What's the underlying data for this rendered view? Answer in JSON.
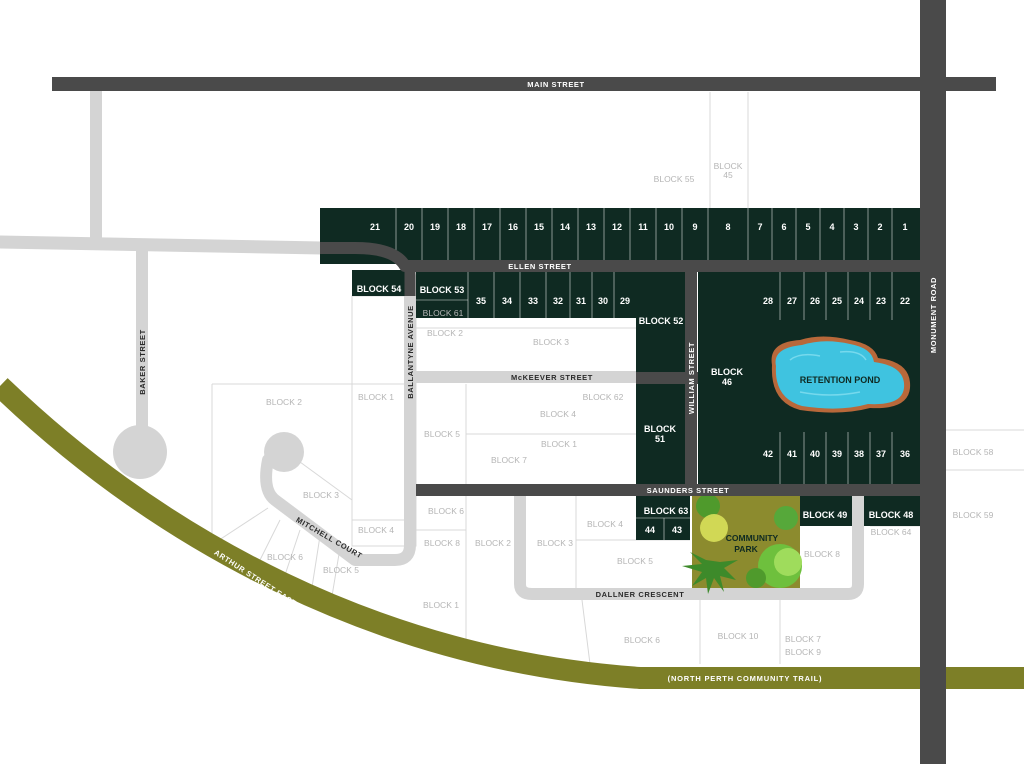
{
  "roads": {
    "main_street": "MAIN STREET",
    "ellen_street": "ELLEN STREET",
    "mckeever_street": "McKEEVER STREET",
    "saunders_street": "SAUNDERS STREET",
    "dallner_crescent": "DALLNER CRESCENT",
    "william_street": "WILLIAM STREET",
    "ballantyne_avenue": "BALLANTYNE AVENUE",
    "baker_street": "BAKER STREET",
    "monument_road": "MONUMENT ROAD",
    "mitchell_court": "MITCHELL COURT",
    "arthur_street_east": "ARTHUR STREET EAST"
  },
  "trail": {
    "label": "(NORTH PERTH COMMUNITY TRAIL)",
    "color": "#7d7f27"
  },
  "features": {
    "retention_pond": "RETENTION POND",
    "community_park": [
      "COMMUNITY",
      "PARK"
    ]
  },
  "colors": {
    "lot_fill": "#0f2a22",
    "road": "#4a4a4a",
    "minor_road": "#d4d4d4",
    "water": "#3fc3e0",
    "park": "#8c8b2e"
  },
  "lots": {
    "top_row": [
      "21",
      "20",
      "19",
      "18",
      "17",
      "16",
      "15",
      "14",
      "13",
      "12",
      "11",
      "10",
      "9",
      "8",
      "7",
      "6",
      "5",
      "4",
      "3",
      "2",
      "1"
    ],
    "row_block53": [
      "35",
      "34",
      "33",
      "32",
      "31",
      "30",
      "29"
    ],
    "row_east_top": [
      "28",
      "27",
      "26",
      "25",
      "24",
      "23",
      "22"
    ],
    "row_east_bottom": [
      "42",
      "41",
      "40",
      "39",
      "38",
      "37",
      "36"
    ],
    "south_pair": [
      "44",
      "43"
    ]
  },
  "dark_blocks": {
    "block54": "BLOCK 54",
    "block53": "BLOCK 53",
    "block52": "BLOCK 52",
    "block46": [
      "BLOCK",
      "46"
    ],
    "block51": [
      "BLOCK",
      "51"
    ],
    "block63": "BLOCK 63",
    "block49": "BLOCK 49",
    "block48": "BLOCK 48"
  },
  "grey_blocks": {
    "block55": "BLOCK 55",
    "block45": [
      "BLOCK",
      "45"
    ],
    "block61": "BLOCK 61",
    "block2_north": "BLOCK 2",
    "block3_north": "BLOCK 3",
    "block2_west": "BLOCK 2",
    "block1_west": "BLOCK 1",
    "block62": "BLOCK 62",
    "block4_mid": "BLOCK 4",
    "block1_mid": "BLOCK 1",
    "block5_mid": "BLOCK 5",
    "block7_mid": "BLOCK 7",
    "block3_court": "BLOCK 3",
    "block4_court": "BLOCK 4",
    "block6_court_east": "BLOCK 6",
    "block8_court_east": "BLOCK 8",
    "block6_court": "BLOCK 6",
    "block5_court": "BLOCK 5",
    "block1_south": "BLOCK 1",
    "block2_south": "BLOCK 2",
    "block3_south": "BLOCK 3",
    "block4_south": "BLOCK 4",
    "block5_south": "BLOCK 5",
    "block8_east": "BLOCK 8",
    "block64": "BLOCK 64",
    "block6_trail": "BLOCK 6",
    "block10": "BLOCK 10",
    "block7_trail": "BLOCK 7",
    "block9": "BLOCK 9",
    "block58": "BLOCK 58",
    "block59": "BLOCK 59"
  }
}
